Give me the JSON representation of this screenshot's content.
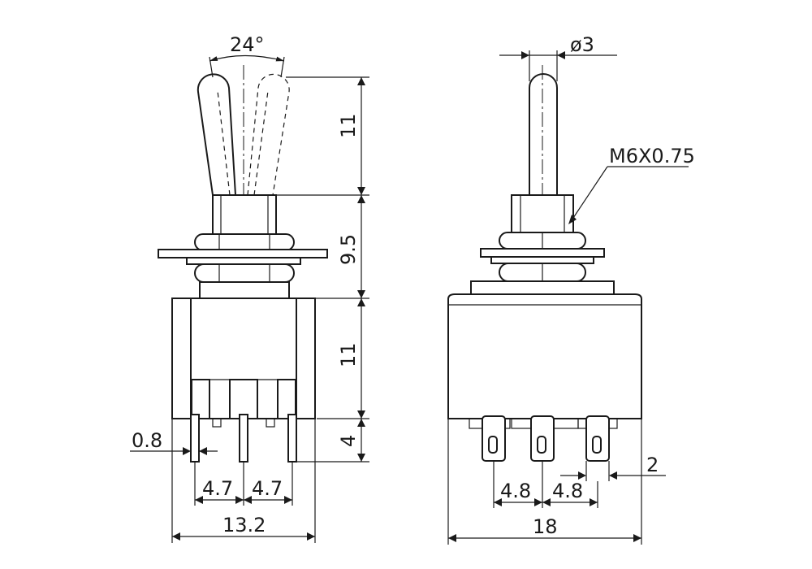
{
  "labels": {
    "angle": "24°",
    "lever_height": "11",
    "bushing_height": "9.5",
    "body_height": "11",
    "terminal_length": "4",
    "terminal_thickness": "0.8",
    "pitch_left_a": "4.7",
    "pitch_left_b": "4.7",
    "width_side": "13.2",
    "lever_diameter": "ø3",
    "thread": "M6X0.75",
    "terminal_width": "2",
    "pitch_right_a": "4.8",
    "pitch_right_b": "4.8",
    "width_front": "18"
  }
}
